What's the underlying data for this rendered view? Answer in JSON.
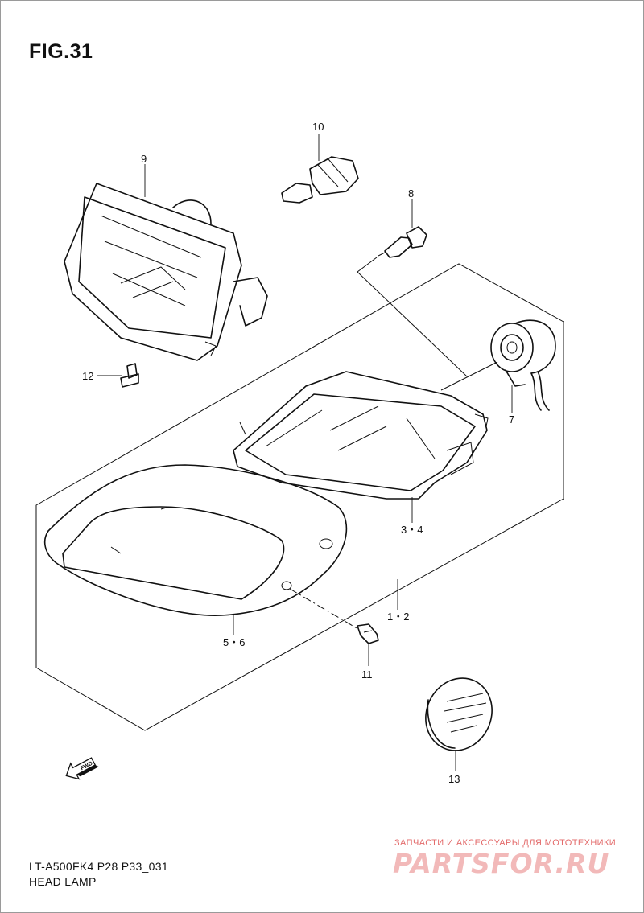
{
  "figure": {
    "title": "FIG.31",
    "model_code": "LT-A500FK4 P28 P33_031",
    "part_name": "HEAD LAMP"
  },
  "callouts": {
    "c1": "10",
    "c2": "9",
    "c3": "8",
    "c4": "12",
    "c5": "7",
    "c6": "3・4",
    "c7": "1・2",
    "c8": "5・6",
    "c9": "11",
    "c10": "13"
  },
  "fwd_label": "FWD",
  "watermark": {
    "tagline": "ЗАПЧАСТИ И АКСЕССУАРЫ ДЛЯ МОТОТЕХНИКИ",
    "logo": "PARTSFOR.RU",
    "color": "#e36b6b"
  }
}
